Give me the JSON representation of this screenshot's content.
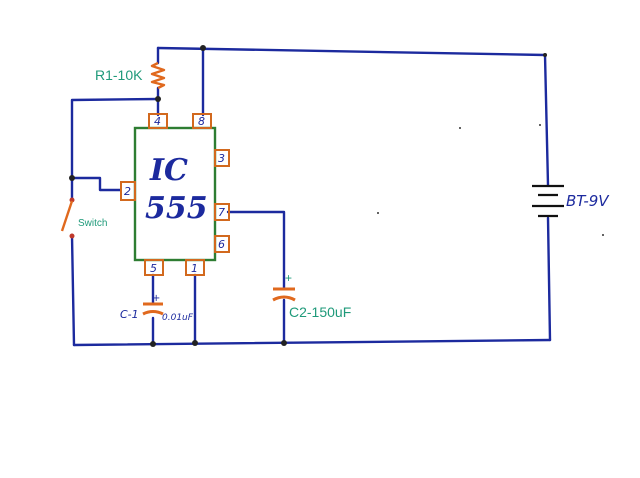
{
  "components": {
    "resistor": {
      "label": "R1-10K"
    },
    "switch": {
      "label": "Switch"
    },
    "ic": {
      "line1": "IC",
      "line2": "555"
    },
    "c1": {
      "label": "C-1",
      "value": "0.01uF",
      "polarity": "+"
    },
    "c2": {
      "label": "C2-150uF",
      "polarity": "+"
    },
    "battery": {
      "label": "BT-9V"
    }
  },
  "pins": [
    {
      "id": "p4",
      "label": "4"
    },
    {
      "id": "p8",
      "label": "8"
    },
    {
      "id": "p3",
      "label": "3"
    },
    {
      "id": "p2",
      "label": "2"
    },
    {
      "id": "p7",
      "label": "7"
    },
    {
      "id": "p6",
      "label": "6"
    },
    {
      "id": "p5",
      "label": "5"
    },
    {
      "id": "p1",
      "label": "1"
    }
  ],
  "colors": {
    "wire": "#1c2a9e",
    "pin": "#d2691e",
    "chip": "#2e7d32",
    "label": "#1f9a7a",
    "resistor": "#e0691e"
  }
}
